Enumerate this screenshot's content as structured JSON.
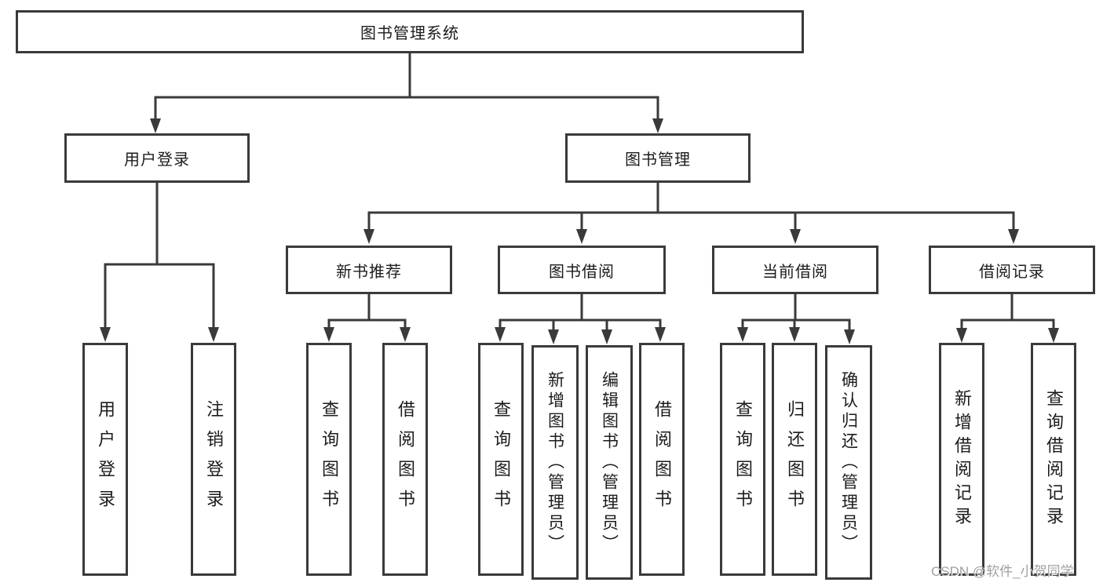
{
  "title": "图书管理系统",
  "tree": {
    "label": "图书管理系统",
    "children": [
      {
        "label": "用户登录",
        "children": [
          {
            "label": "用户登录"
          },
          {
            "label": "注销登录"
          }
        ]
      },
      {
        "label": "图书管理",
        "children": [
          {
            "label": "新书推荐",
            "children": [
              {
                "label": "查询图书"
              },
              {
                "label": "借阅图书"
              }
            ]
          },
          {
            "label": "图书借阅",
            "children": [
              {
                "label": "查询图书"
              },
              {
                "label": "新增图书（管理员）"
              },
              {
                "label": "编辑图书（管理员）"
              },
              {
                "label": "借阅图书"
              }
            ]
          },
          {
            "label": "当前借阅",
            "children": [
              {
                "label": "查询图书"
              },
              {
                "label": "归还图书"
              },
              {
                "label": "确认归还（管理员）"
              }
            ]
          },
          {
            "label": "借阅记录",
            "children": [
              {
                "label": "新增借阅记录"
              },
              {
                "label": "查询借阅记录"
              }
            ]
          }
        ]
      }
    ]
  },
  "watermark": "CSDN @软件_小贺同学",
  "colors": {
    "line": "#3a3a3a",
    "text": "#1c1c1c",
    "background": "#ffffff",
    "watermark": "#a0a0a0"
  }
}
